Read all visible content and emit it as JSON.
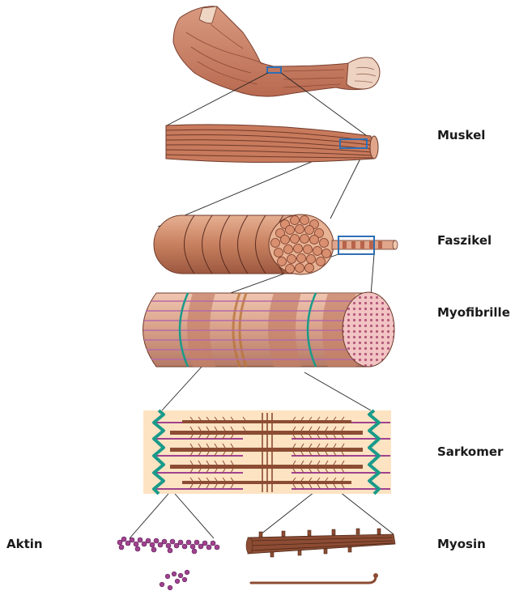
{
  "labels": {
    "muskel": "Muskel",
    "faszikel": "Faszikel",
    "myofibrille": "Myofibrille",
    "sarkomer": "Sarkomer",
    "aktin": "Aktin",
    "myosin": "Myosin"
  },
  "colors": {
    "muscle": "#c87a5c",
    "muscle_dark": "#8a4a34",
    "fiber_light": "#e4a98a",
    "highlight_box": "#2f6fb5",
    "z_disc": "#1a9a8a",
    "actin_purple": "#a0428f",
    "myosin_brown": "#8c4c33",
    "sarcomere_bg": "#fde3c2"
  }
}
